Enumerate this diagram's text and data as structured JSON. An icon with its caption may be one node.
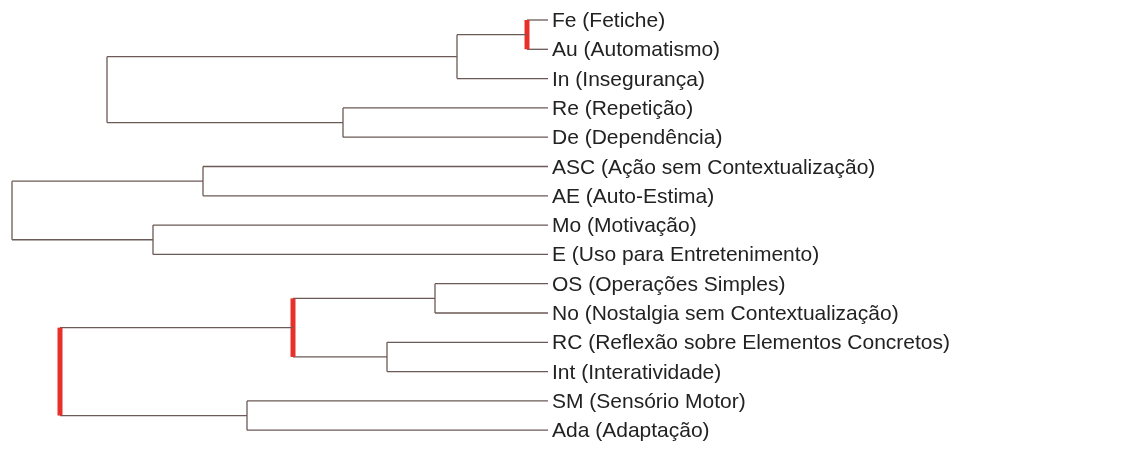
{
  "diagram": {
    "labels": [
      "Fe (Fetiche)",
      "Au (Automatismo)",
      "In (Insegurança)",
      "Re (Repetição)",
      "De (Dependência)",
      "ASC (Ação sem Contextualização)",
      "AE (Auto-Estima)",
      "Mo (Motivação)",
      "E (Uso para Entretenimento)",
      "OS (Operações Simples)",
      "No (Nostalgia sem Contextualização)",
      "RC (Reflexão sobre Elementos Concretos)",
      "Int (Interatividade)",
      "SM (Sensório Motor)",
      "Ada (Adaptação)"
    ]
  }
}
